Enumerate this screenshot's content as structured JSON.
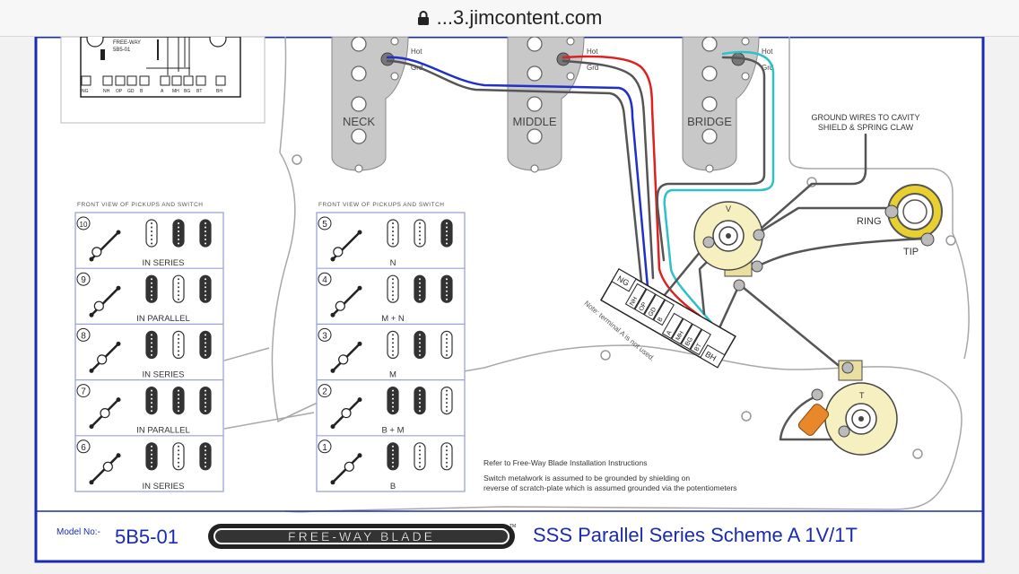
{
  "browser": {
    "url": "...3.jimcontent.com"
  },
  "switch_box": {
    "model": "5B5-01",
    "heading_partial": "FREE-WAY",
    "terminals": [
      "NG",
      "NH",
      "OP",
      "GD",
      "B",
      "A",
      "MH",
      "BG",
      "BT",
      "BH"
    ]
  },
  "pickups": [
    {
      "label": "NECK",
      "hot": "Hot",
      "grd": "Grd"
    },
    {
      "label": "MIDDLE",
      "hot": "Hot",
      "grd": "Grd"
    },
    {
      "label": "BRIDGE",
      "hot": "Hot",
      "grd": "Grd"
    }
  ],
  "ground_note": [
    "GROUND WIRES TO CAVITY",
    "SHIELD & SPRING CLAW"
  ],
  "jack": {
    "ring": "RING",
    "tip": "TIP"
  },
  "pots": {
    "volume": "V",
    "tone": "T"
  },
  "blade_terminals": {
    "left": [
      "NG",
      "NH",
      "OP",
      "GD",
      "B"
    ],
    "right": [
      "A",
      "MH",
      "BG",
      "BT",
      "BH"
    ]
  },
  "blade_note": "Note: terminal A is not used.",
  "left_table": {
    "title": "FRONT VIEW OF PICKUPS AND SWITCH",
    "rows": [
      {
        "position": "10",
        "label": "IN SERIES"
      },
      {
        "position": "9",
        "label": "IN PARALLEL"
      },
      {
        "position": "8",
        "label": "IN SERIES"
      },
      {
        "position": "7",
        "label": "IN PARALLEL"
      },
      {
        "position": "6",
        "label": "IN SERIES"
      }
    ]
  },
  "right_table": {
    "title": "FRONT VIEW OF PICKUPS AND SWITCH",
    "rows": [
      {
        "position": "5",
        "label": "N"
      },
      {
        "position": "4",
        "label": "M + N"
      },
      {
        "position": "3",
        "label": "M"
      },
      {
        "position": "2",
        "label": "B + M"
      },
      {
        "position": "1",
        "label": "B"
      }
    ]
  },
  "notes": [
    "Refer to Free-Way Blade Installation Instructions",
    "Switch metalwork is assumed to be grounded by shielding on",
    "reverse of scratch-plate which is assumed grounded via the potentiometers"
  ],
  "footer": {
    "model_label": "Model No:-",
    "model": "5B5-01",
    "logo": "FREE-WAY BLADE",
    "trademark": "TM",
    "title": "SSS Parallel Series Scheme A 1V/1T"
  },
  "colors": {
    "frame": "#1a2bb0",
    "red": "#e02020",
    "blue": "#2030c8",
    "cyan": "#30c0c8",
    "grey": "#555555",
    "pot": "#f6efc0",
    "pickup": "#c8c8c8"
  }
}
